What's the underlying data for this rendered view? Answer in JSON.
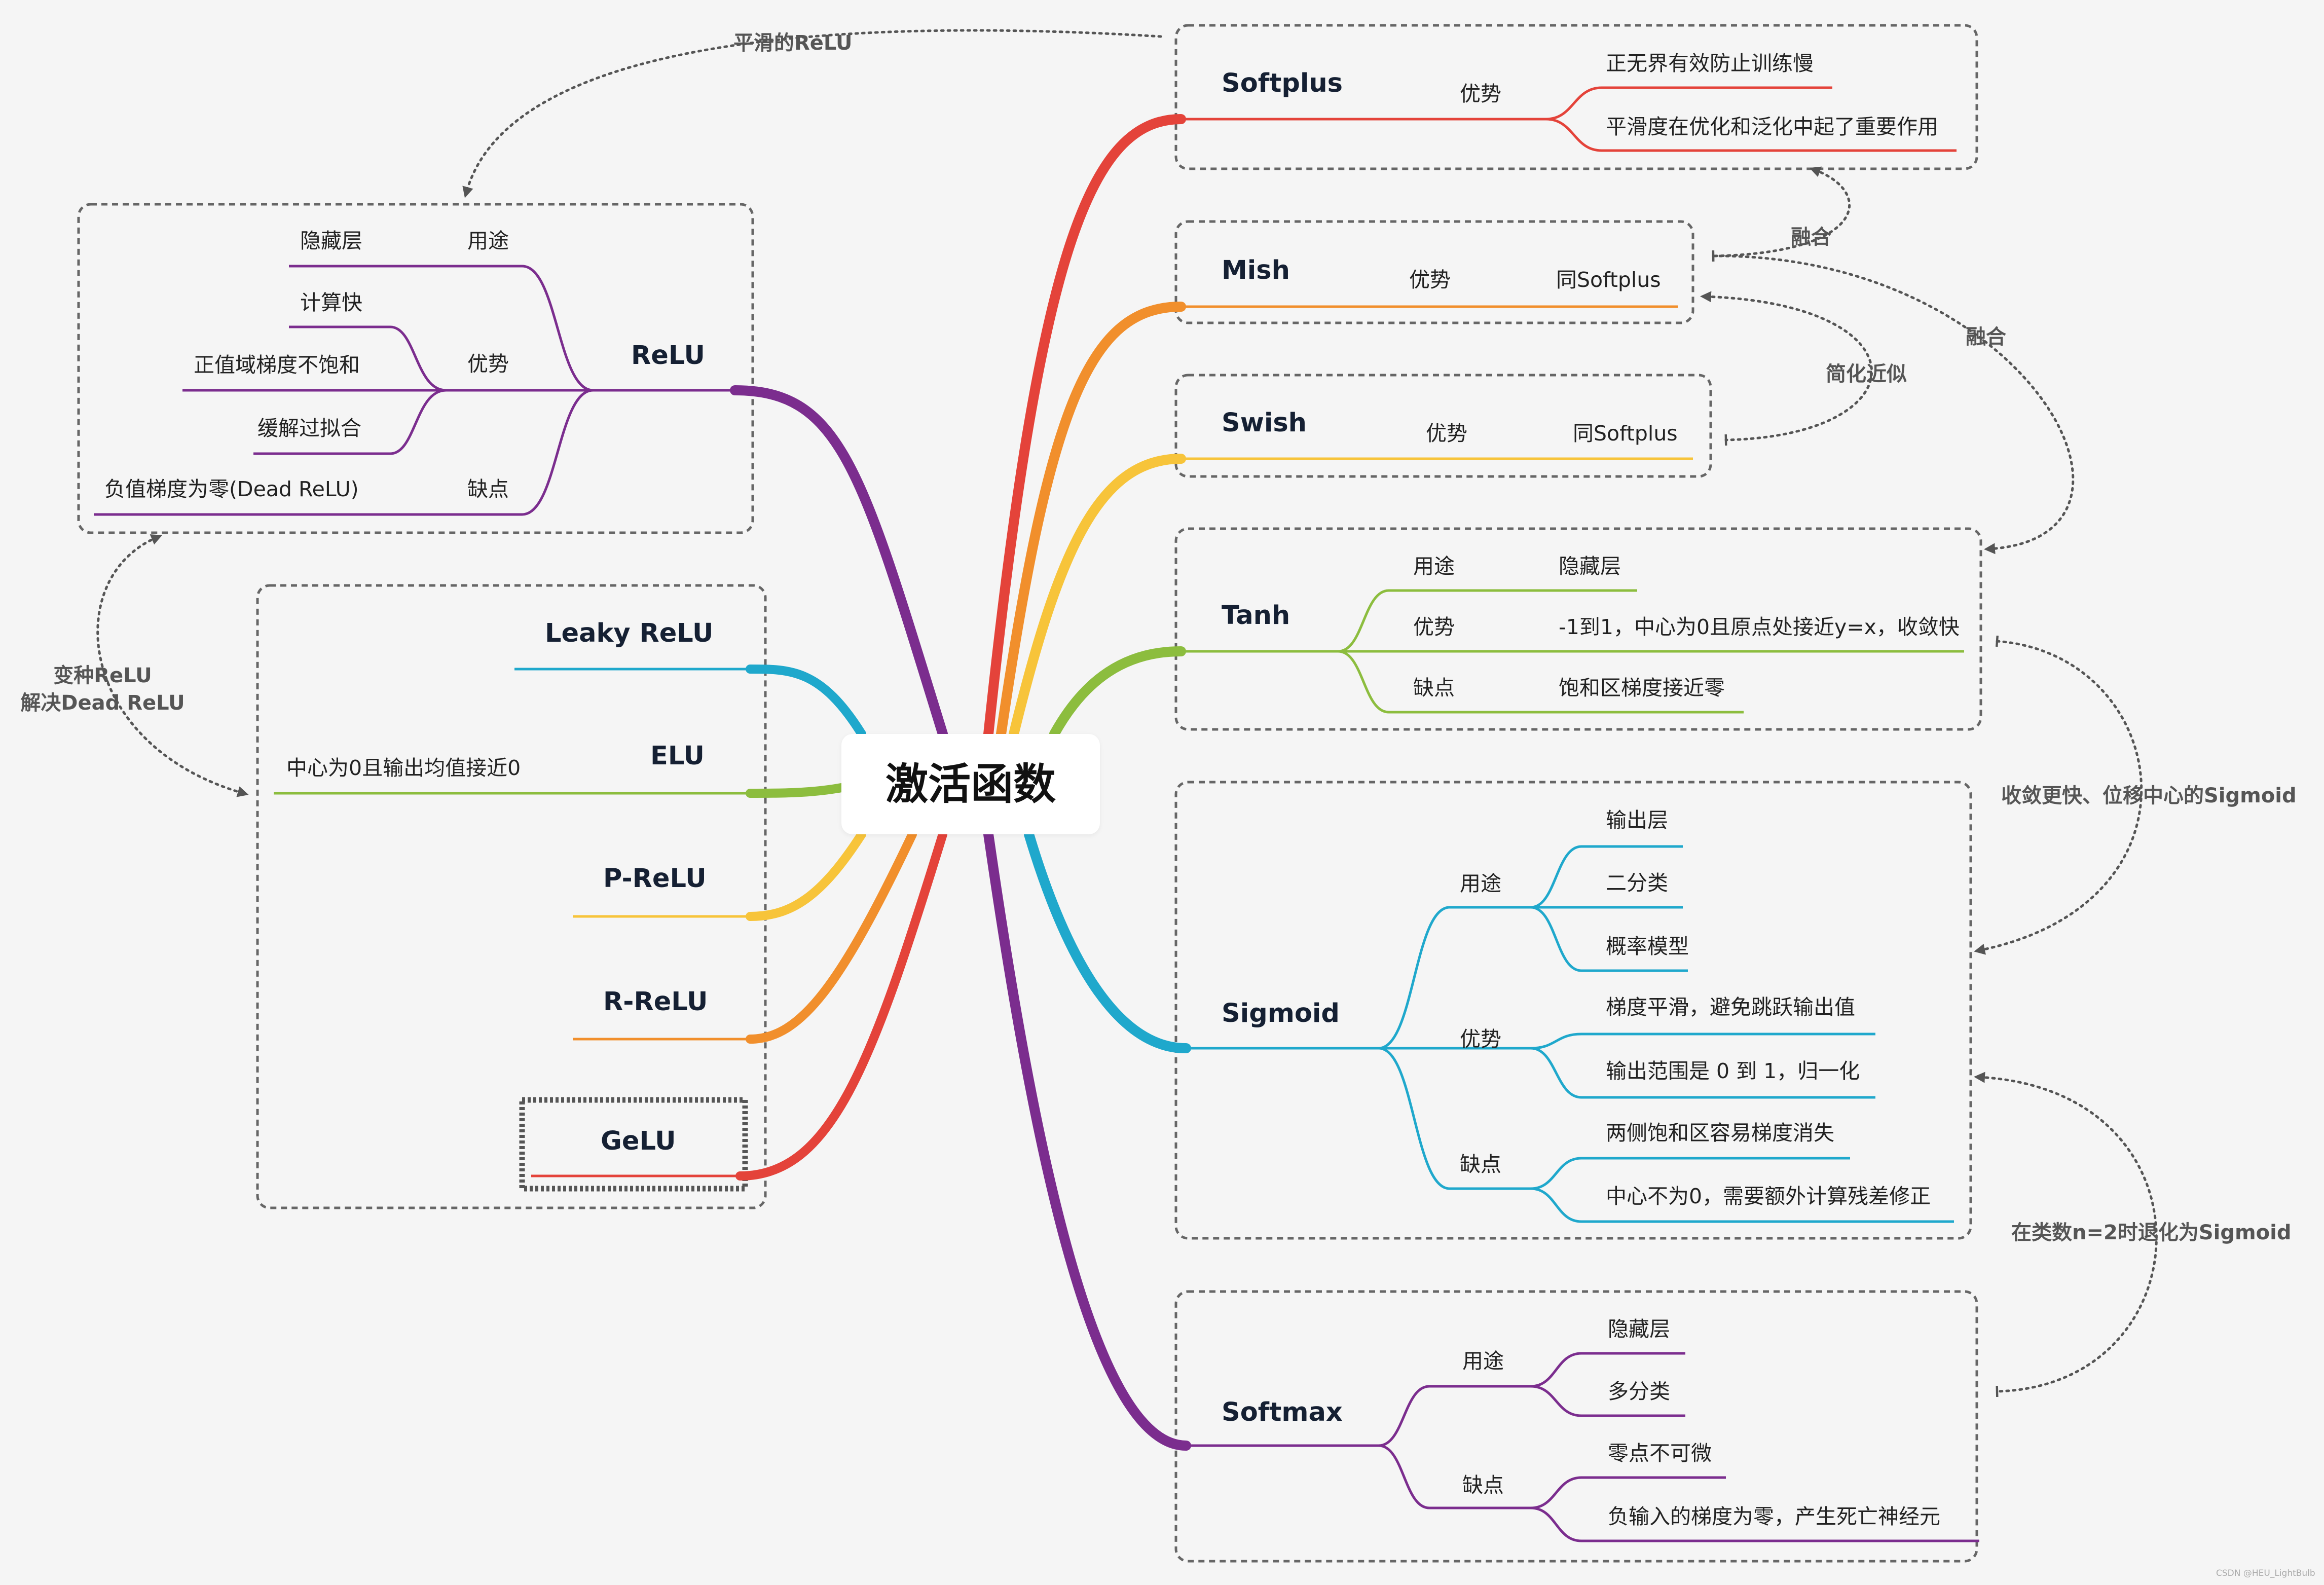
{
  "root": "激活函数",
  "colors": {
    "relu": "#7b2d8e",
    "leaky": "#1fa8cc",
    "elu": "#8cbd3e",
    "prelu": "#f7c43a",
    "rrelu": "#f18f2c",
    "gelu": "#e4433a",
    "softplus": "#e4433a",
    "mish": "#f18f2c",
    "swish": "#f7c43a",
    "tanh": "#8cbd3e",
    "sigmoid": "#1fa8cc",
    "softmax": "#7b2d8e",
    "frame": "#666666",
    "annotation": "#555555"
  },
  "relu": {
    "name": "ReLU",
    "usage_label": "用途",
    "usage_item": "隐藏层",
    "adv_label": "优势",
    "adv_items": [
      "计算快",
      "正值域梯度不饱和",
      "缓解过拟合"
    ],
    "disadv_label": "缺点",
    "disadv_item": "负值梯度为零(Dead ReLU)"
  },
  "variants": {
    "leaky": "Leaky ReLU",
    "elu": "ELU",
    "elu_note": "中心为0且输出均值接近0",
    "prelu": "P-ReLU",
    "rrelu": "R-ReLU",
    "gelu": "GeLU"
  },
  "softplus": {
    "name": "Softplus",
    "adv_label": "优势",
    "adv_items": [
      "正无界有效防止训练慢",
      "平滑度在优化和泛化中起了重要作用"
    ]
  },
  "mish": {
    "name": "Mish",
    "adv_label": "优势",
    "adv_item": "同Softplus"
  },
  "swish": {
    "name": "Swish",
    "adv_label": "优势",
    "adv_item": "同Softplus"
  },
  "tanh": {
    "name": "Tanh",
    "usage_label": "用途",
    "usage_item": "隐藏层",
    "adv_label": "优势",
    "adv_item": "-1到1，中心为0且原点处接近y=x，收敛快",
    "disadv_label": "缺点",
    "disadv_item": "饱和区梯度接近零"
  },
  "sigmoid": {
    "name": "Sigmoid",
    "usage_label": "用途",
    "usage_items": [
      "输出层",
      "二分类",
      "概率模型"
    ],
    "adv_label": "优势",
    "adv_items": [
      "梯度平滑，避免跳跃输出值",
      "输出范围是 0 到 1，归一化"
    ],
    "disadv_label": "缺点",
    "disadv_items": [
      "两侧饱和区容易梯度消失",
      "中心不为0，需要额外计算残差修正"
    ]
  },
  "softmax": {
    "name": "Softmax",
    "usage_label": "用途",
    "usage_items": [
      "隐藏层",
      "多分类"
    ],
    "disadv_label": "缺点",
    "disadv_items": [
      "零点不可微",
      "负输入的梯度为零，产生死亡神经元"
    ]
  },
  "relations": {
    "smooth_relu": "平滑的ReLU",
    "variant_line1": "变种ReLU",
    "variant_line2": "解决Dead ReLU",
    "fusion_1": "融合",
    "fusion_2": "融合",
    "simplify": "简化近似",
    "tanh_sigmoid": "收敛更快、位移中心的Sigmoid",
    "softmax_sigmoid": "在类数n=2时退化为Sigmoid"
  },
  "credit": "CSDN @HEU_LightBulb"
}
